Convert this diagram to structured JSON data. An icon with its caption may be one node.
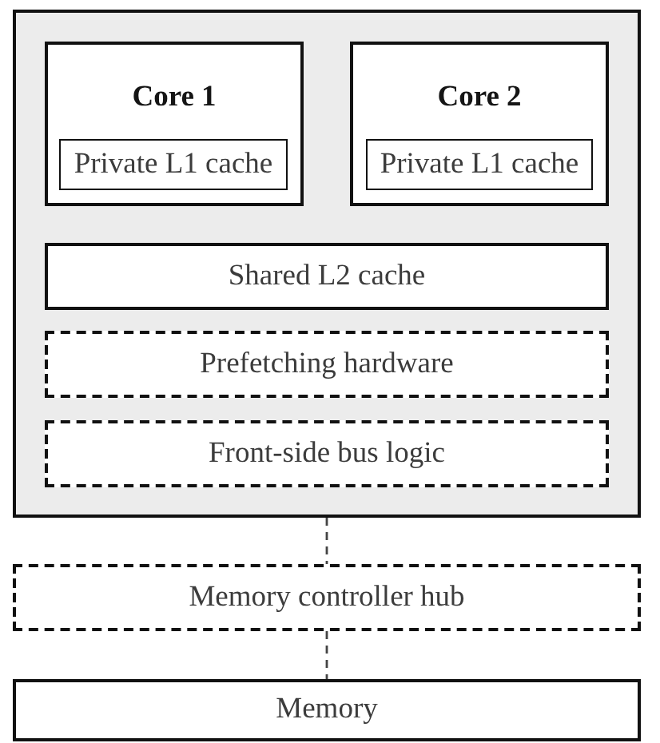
{
  "diagram": {
    "nodes": [
      {
        "text": [],
        "shape": "box"
      },
      {
        "text": [
          "Core 1"
        ],
        "in": 0
      },
      {
        "text": [
          "Private L1 cache"
        ],
        "in": 1
      },
      {
        "text": [
          "Core 2"
        ],
        "in": 0
      },
      {
        "text": [
          "Private L1 cache"
        ],
        "in": 3
      },
      {
        "text": [
          "Shared L2 cache"
        ],
        "in": 0
      },
      {
        "text": [
          "Prefetching hardware"
        ],
        "in": 0
      },
      {
        "text": [
          "Front-side bus logic"
        ],
        "in": 0
      },
      {
        "text": [
          "Memory controller hub"
        ]
      },
      {
        "text": [
          "Memory"
        ]
      }
    ],
    "edges": [
      {
        "from": 0,
        "to": 8,
        "arrow": "none",
        "style": "dashed"
      },
      {
        "from": 8,
        "to": 9,
        "arrow": "none",
        "style": "dashed"
      }
    ]
  }
}
